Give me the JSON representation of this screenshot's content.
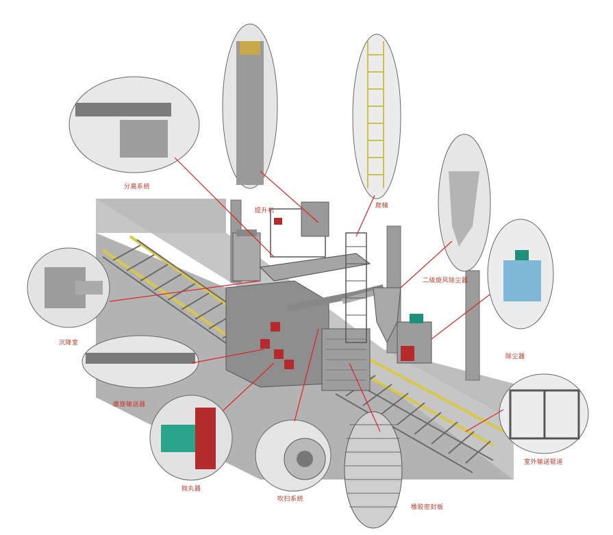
{
  "diagram": {
    "labels": {
      "separator": "分离系统",
      "elevator": "提升机",
      "ladder": "爬梯",
      "cyclone": "二级旋风除尘器",
      "dust_collector": "除尘器",
      "settling_chamber": "沉降室",
      "screw_conveyor": "螺旋输送器",
      "shot_blaster": "抛丸器",
      "blow_system": "吹扫系统",
      "seal_plate": "橡胶密封板",
      "outdoor_conveyor": "室外输送辊道"
    },
    "colors": {
      "callout": "#c0392b",
      "leader": "#e02020",
      "floor": "#b9b9b9",
      "machine": "#8e8e8e",
      "accent_red": "#b52a2a",
      "accent_green": "#1f8f7a",
      "rail_yellow": "#d8c84a"
    }
  }
}
